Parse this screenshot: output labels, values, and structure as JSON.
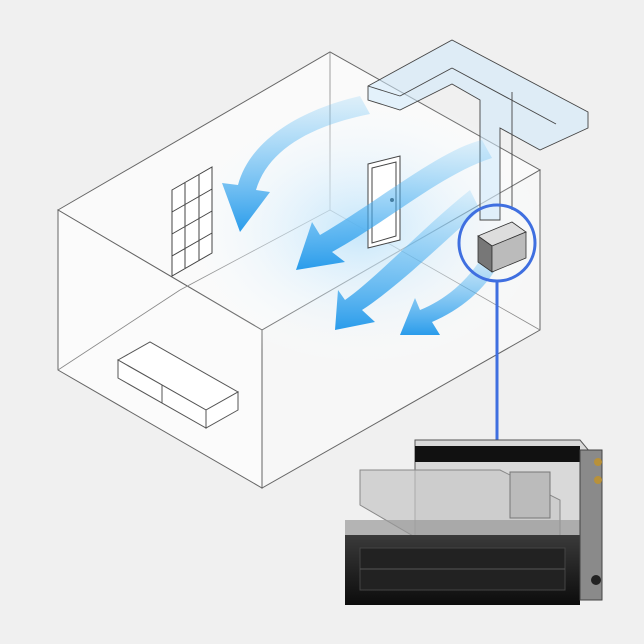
{
  "colors": {
    "background": "#f0f0f0",
    "wall_line": "#555555",
    "airflow": "#3aa8ef",
    "callout": "#3f6fe0",
    "unit_body": "#1a1a1a"
  },
  "icons": [
    "room-diagram",
    "airflow-arrow",
    "ducted-ac-unit",
    "callout-circle"
  ]
}
